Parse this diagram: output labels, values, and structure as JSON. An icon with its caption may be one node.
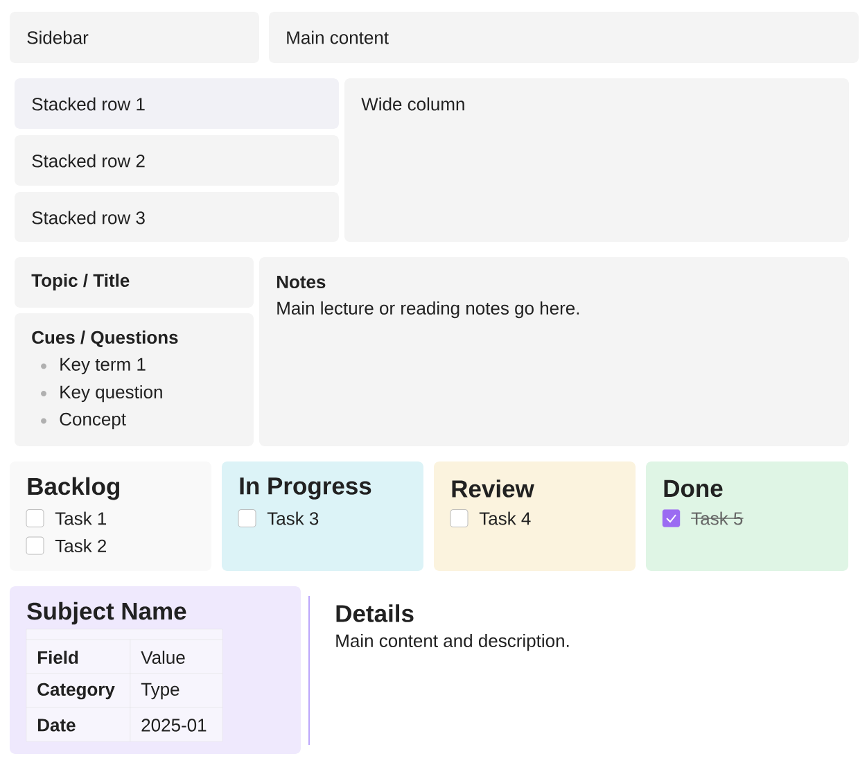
{
  "diagram": {
    "nodes": [
      {
        "text": [
          "Sidebar"
        ]
      },
      {
        "text": [
          "Main content"
        ]
      },
      {
        "text": [
          "Stacked row 1"
        ]
      },
      {
        "text": [
          "Stacked row 2"
        ]
      },
      {
        "text": [
          "Stacked row 3"
        ]
      },
      {
        "text": [
          "Wide column"
        ]
      },
      {
        "text": [
          "Topic / Title"
        ]
      },
      {
        "text": [
          "Cues / Questions",
          "Key term 1",
          "Key question",
          "Concept"
        ]
      },
      {
        "text": [
          "Notes",
          "Main lecture or reading notes go here."
        ]
      },
      {
        "text": [
          "Backlog",
          "Task 1",
          "Task 2"
        ]
      },
      {
        "text": [
          "In Progress",
          "Task 3"
        ]
      },
      {
        "text": [
          "Review",
          "Task 4"
        ]
      },
      {
        "text": [
          "Done",
          "Task 5"
        ]
      },
      {
        "text": [
          "Subject Name",
          "Field",
          "Value",
          "Category",
          "Type",
          "Date",
          "2025-01"
        ]
      },
      {
        "text": [
          "Details",
          "Main content and description."
        ]
      }
    ]
  }
}
